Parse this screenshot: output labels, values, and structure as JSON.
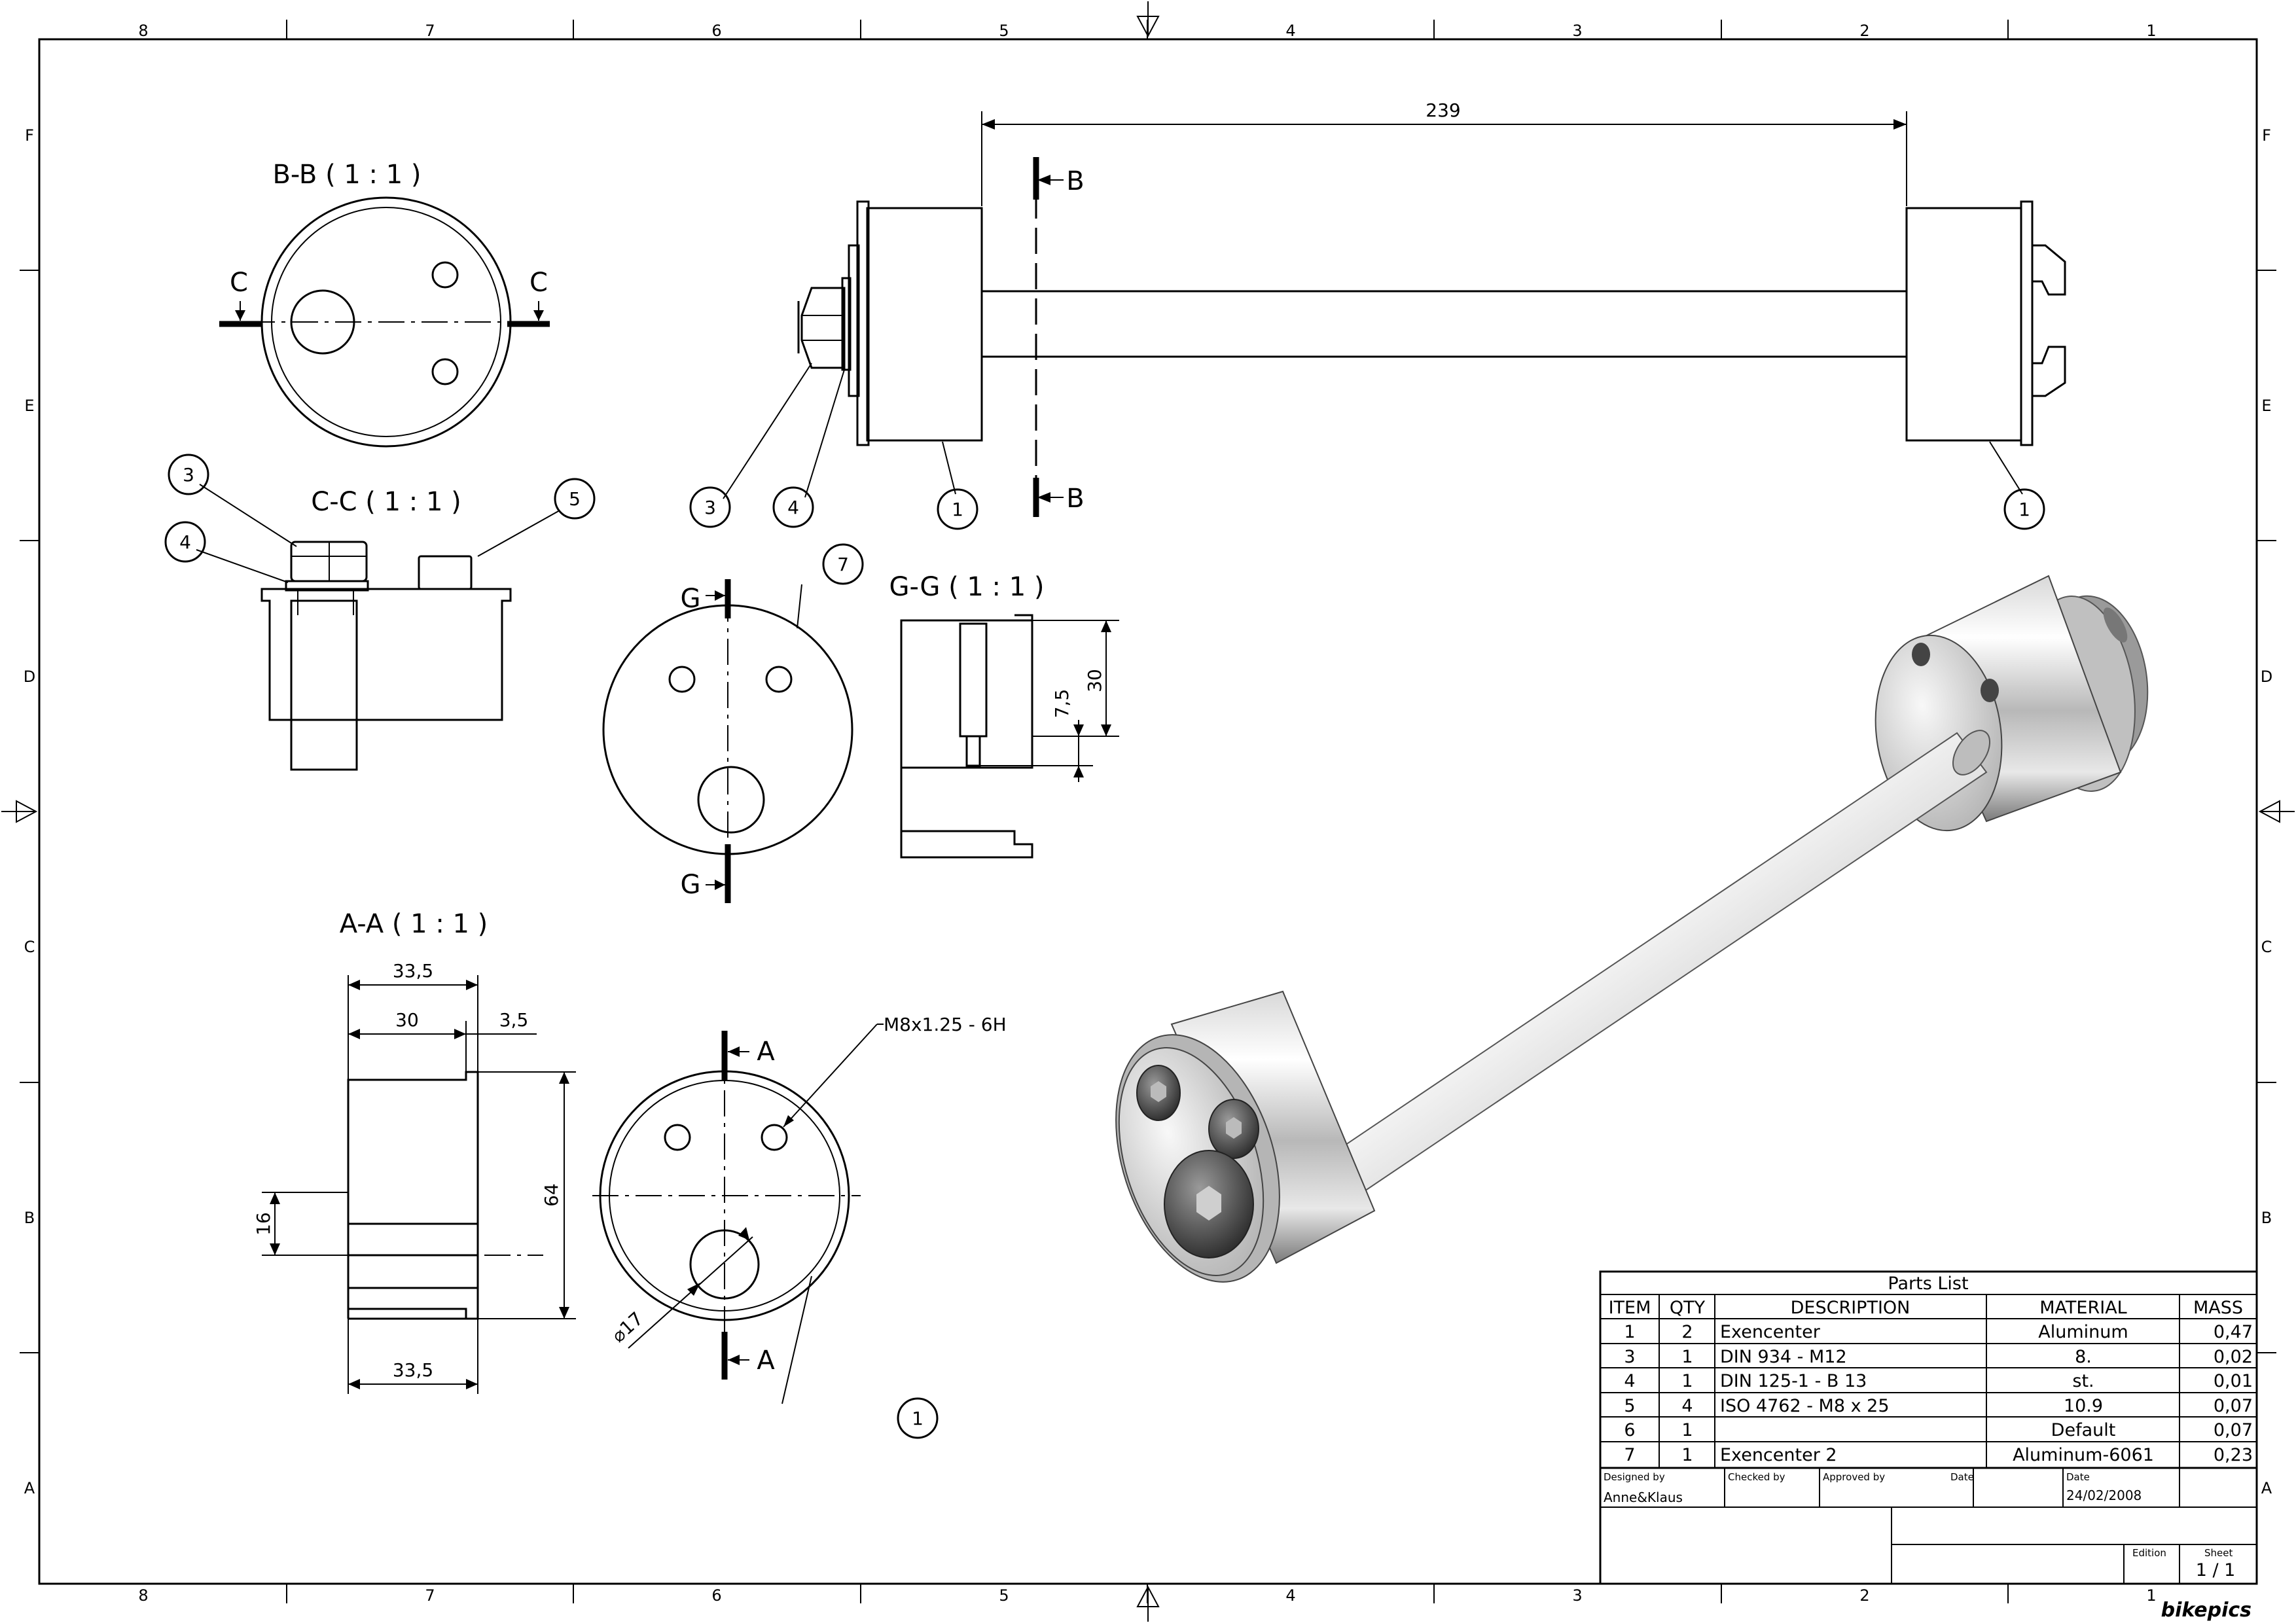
{
  "border": {
    "columns": [
      "8",
      "7",
      "6",
      "5",
      "4",
      "3",
      "2",
      "1"
    ],
    "rows": [
      "F",
      "E",
      "D",
      "C",
      "B",
      "A"
    ]
  },
  "views": {
    "bb": {
      "title": "B-B ( 1 : 1 )",
      "cut_letter": "C"
    },
    "cc": {
      "title": "C-C ( 1 : 1 )"
    },
    "gg": {
      "title": "G-G ( 1 : 1 )",
      "dim_30": "30",
      "dim_7_5": "7,5"
    },
    "g_section_letter": "G",
    "aa": {
      "title": "A-A ( 1 : 1 )",
      "dim_33_5_top": "33,5",
      "dim_30": "30",
      "dim_3_5": "3,5",
      "dim_64": "64",
      "dim_16": "16",
      "dim_33_5_bottom": "33,5"
    },
    "a_section_letter": "A",
    "front": {
      "thread_callout": "M8x1.25 - 6H",
      "dim_diameter": "⌀17"
    },
    "main": {
      "length_dim": "239",
      "b_section_letter": "B"
    }
  },
  "balloons": {
    "cc_3": "3",
    "cc_4": "4",
    "cc_5": "5",
    "front_7": "7",
    "front_1": "1",
    "main_3": "3",
    "main_4": "4",
    "main_1_left": "1",
    "main_1_right": "1"
  },
  "parts_list": {
    "title": "Parts List",
    "headers": [
      "ITEM",
      "QTY",
      "DESCRIPTION",
      "MATERIAL",
      "MASS"
    ],
    "rows": [
      [
        "1",
        "2",
        "Exencenter",
        "Aluminum",
        "0,47"
      ],
      [
        "3",
        "1",
        "DIN 934 - M12",
        "8.",
        "0,02"
      ],
      [
        "4",
        "1",
        "DIN 125-1 - B 13",
        "st.",
        "0,01"
      ],
      [
        "5",
        "4",
        "ISO 4762 - M8 x 25",
        "10.9",
        "0,07"
      ],
      [
        "6",
        "1",
        "",
        "Default",
        "0,07"
      ],
      [
        "7",
        "1",
        "Exencenter 2",
        "Aluminum-6061",
        "0,23"
      ]
    ]
  },
  "title_block": {
    "designed_by_label": "Designed by",
    "designed_by": "Anne&Klaus",
    "checked_by_label": "Checked by",
    "approved_by_label": "Approved by",
    "date_label": "Date",
    "date2_label": "Date",
    "date_value": "24/02/2008",
    "edition_label": "Edition",
    "sheet_label": "Sheet",
    "sheet_value": "1 / 1"
  },
  "watermark": "bikepics",
  "colors": {
    "line": "#000000",
    "paper": "#ffffff",
    "metal_light": "#f2f2f2",
    "metal_dark": "#8a8a8a"
  }
}
